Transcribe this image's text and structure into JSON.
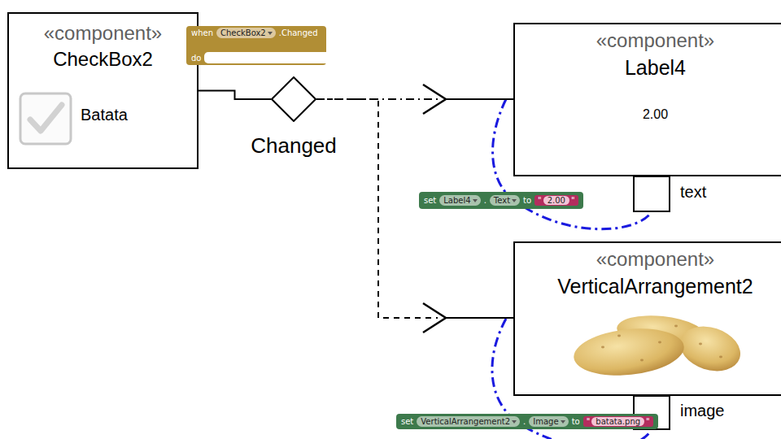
{
  "diagram": {
    "nodes": [
      {
        "text": [
          "«component»",
          "CheckBox2",
          "Batata"
        ]
      },
      {
        "text": [
          "«component»",
          "Label4",
          "2.00"
        ]
      },
      {
        "text": [
          "«component»",
          "VerticalArrangement2"
        ]
      },
      {
        "text": [
          "Changed"
        ]
      }
    ],
    "edges": [
      {
        "from": 0,
        "to": 3,
        "arrow": "none"
      },
      {
        "from": 3,
        "to": 1,
        "arrow": "to"
      },
      {
        "from": 3,
        "to": 2,
        "arrow": "to"
      }
    ],
    "labels": [
      "when",
      "CheckBox2",
      ".Changed",
      "do",
      "set",
      "Label4",
      ".",
      "Text",
      "to",
      "\"",
      "2.00",
      "\"",
      "text",
      "set",
      "VerticalArrangement2",
      ".",
      "Image",
      "to",
      "\"",
      "batata.png",
      "\"",
      "image"
    ]
  }
}
